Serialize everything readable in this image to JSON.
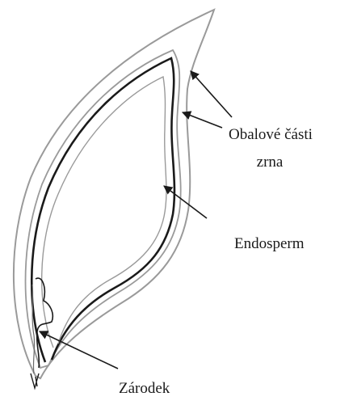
{
  "labels": {
    "coat_line1": "Obalové části",
    "coat_line2": "zrna",
    "endosperm": "Endosperm",
    "embryo": "Zárodek"
  },
  "colors": {
    "outline": "#9a9a9a",
    "inner_line": "#1a1a1a",
    "text": "#1a1a1a"
  }
}
